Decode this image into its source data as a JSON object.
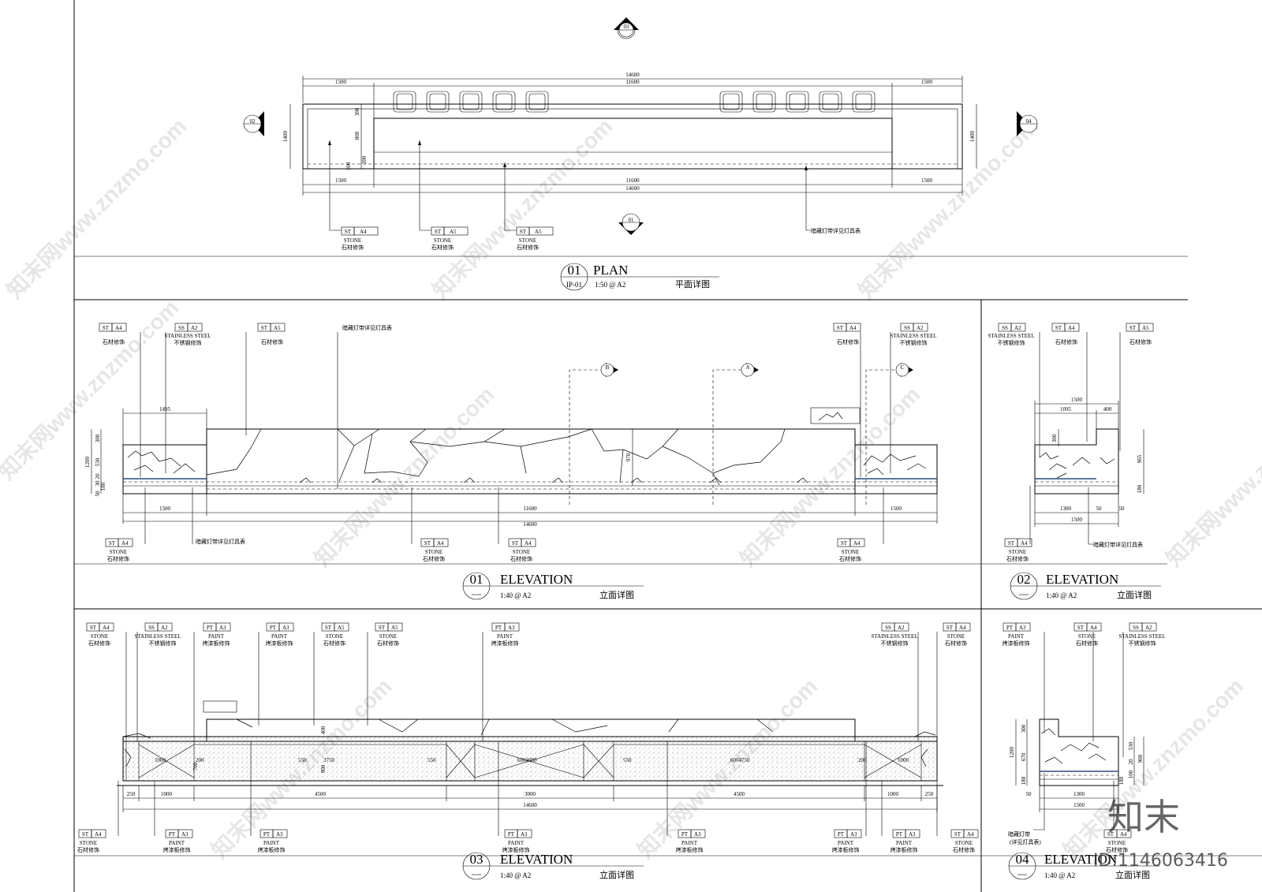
{
  "watermarks": [
    "知末网www.znzmo.com",
    "知末网www.znzmo.com",
    "知末网www.znzmo.com",
    "知末网www.znzmo.com",
    "知末网www.znzmo.com",
    "知末网www.znzmo.com",
    "知末网www.znzmo.com",
    "知末网www.znzmo.com",
    "知末网www.znzmo.com",
    "知末网www.znzmo.com"
  ],
  "brand_logo": "知末",
  "id_stamp": "ID:1146063416",
  "plan": {
    "markers": {
      "top": "03",
      "left": "02",
      "right": "04",
      "bottom": "01"
    },
    "dims_top": {
      "overall": "14600",
      "inner": "11600",
      "left": "1500",
      "right": "1500"
    },
    "dims_bottom": {
      "overall": "14600",
      "inner": "11600",
      "left": "1500",
      "right": "1500"
    },
    "dims_side": {
      "h": "1400",
      "a": "300",
      "b": "800",
      "c": "200",
      "d": "100",
      "right_h": "1400"
    },
    "tags": [
      {
        "code": "ST",
        "ref": "A4",
        "en": "STONE",
        "cn": "石材修饰"
      },
      {
        "code": "ST",
        "ref": "A5",
        "en": "STONE",
        "cn": "石材修饰"
      },
      {
        "code": "ST",
        "ref": "A5",
        "en": "STONE",
        "cn": "石材修饰"
      }
    ],
    "led_note": "暗藏灯带详见灯具表",
    "title_num": "01",
    "title_sheet": "IP-01",
    "title_en": "PLAN",
    "title_scale": "1:50 @ A2",
    "title_cn": "平面详图"
  },
  "elev1": {
    "tags_top": [
      {
        "code": "ST",
        "ref": "A4",
        "en": "",
        "cn": "石材修饰"
      },
      {
        "code": "SS",
        "ref": "A2",
        "en": "STAINLESS STEEL",
        "cn": "不锈钢修饰"
      },
      {
        "code": "ST",
        "ref": "A5",
        "en": "",
        "cn": "石材修饰"
      },
      {
        "code": "ST",
        "ref": "A4",
        "en": "",
        "cn": "石材修饰"
      },
      {
        "code": "SS",
        "ref": "A2",
        "en": "STAINLESS STEEL",
        "cn": "不锈钢修饰"
      }
    ],
    "led_note": "暗藏灯带详见灯具表",
    "section_marks": [
      "B",
      "A",
      "C"
    ],
    "dims": {
      "left_top": "1495",
      "h": "1200",
      "a": "300",
      "b": "530",
      "c": "20",
      "d": "30",
      "e": "180",
      "f": "50",
      "mid": "970",
      "bl": "1500",
      "bm": "11600",
      "br": "1500",
      "total": "14600"
    },
    "tags_bottom": [
      {
        "code": "ST",
        "ref": "A4",
        "en": "STONE",
        "cn": "石材修饰"
      },
      {
        "code": "ST",
        "ref": "A4",
        "en": "STONE",
        "cn": "石材修饰"
      },
      {
        "code": "ST",
        "ref": "A4",
        "en": "STONE",
        "cn": "石材修饰"
      },
      {
        "code": "ST",
        "ref": "A4",
        "en": "STONE",
        "cn": "石材修饰"
      }
    ],
    "led_note_bottom": "暗藏灯带详见灯具表",
    "title_num": "01",
    "title_en": "ELEVATION",
    "title_scale": "1:40 @ A2",
    "title_cn": "立面详图"
  },
  "elev2": {
    "tags_top": [
      {
        "code": "SS",
        "ref": "A2",
        "en": "STAINLESS STEEL",
        "cn": "不锈钢修饰"
      },
      {
        "code": "ST",
        "ref": "A4",
        "en": "",
        "cn": "石材修饰"
      },
      {
        "code": "ST",
        "ref": "A5",
        "en": "",
        "cn": "石材修饰"
      }
    ],
    "dims": {
      "top": "1500",
      "a": "1095",
      "b": "400",
      "c": "300",
      "d": "965",
      "e": "180",
      "bl": "1300",
      "bm": "50",
      "br": "50",
      "total": "1500"
    },
    "tag_bottom": {
      "code": "ST",
      "ref": "A4",
      "en": "STONE",
      "cn": "石材修饰"
    },
    "led_note": "暗藏灯带详见灯具表",
    "title_num": "02",
    "title_en": "ELEVATION",
    "title_scale": "1:40 @ A2",
    "title_cn": "立面详图"
  },
  "elev3": {
    "tags_top": [
      {
        "code": "ST",
        "ref": "A4",
        "en": "STONE",
        "cn": "石材修饰"
      },
      {
        "code": "SS",
        "ref": "A2",
        "en": "STAINLESS STEEL",
        "cn": "不锈钢修饰"
      },
      {
        "code": "PT",
        "ref": "A3",
        "en": "PAINT",
        "cn": "烤漆板修饰"
      },
      {
        "code": "PT",
        "ref": "A3",
        "en": "PAINT",
        "cn": "烤漆板修饰"
      },
      {
        "code": "ST",
        "ref": "A5",
        "en": "STONE",
        "cn": "石材修饰"
      },
      {
        "code": "ST",
        "ref": "A5",
        "en": "STONE",
        "cn": "石材修饰"
      },
      {
        "code": "PT",
        "ref": "A3",
        "en": "PAINT",
        "cn": "烤漆板修饰"
      },
      {
        "code": "SS",
        "ref": "A2",
        "en": "STAINLESS STEEL",
        "cn": "不锈钢修饰"
      },
      {
        "code": "ST",
        "ref": "A4",
        "en": "STONE",
        "cn": "石材修饰"
      }
    ],
    "inner_labels": [
      "1000",
      "200",
      "550",
      "3750",
      "550",
      "6004000",
      "550",
      "6004750",
      "200",
      "1000"
    ],
    "dims_side": {
      "a": "400",
      "b": "700",
      "c": "900"
    },
    "dims": [
      "250",
      "1000",
      "4500",
      "3000",
      "4500",
      "1000",
      "250"
    ],
    "total": "14600",
    "tags_bottom": [
      {
        "code": "ST",
        "ref": "A4",
        "en": "STONE",
        "cn": "石材修饰"
      },
      {
        "code": "PT",
        "ref": "A3",
        "en": "PAINT",
        "cn": "烤漆板修饰"
      },
      {
        "code": "PT",
        "ref": "A3",
        "en": "PAINT",
        "cn": "烤漆板修饰"
      },
      {
        "code": "PT",
        "ref": "A3",
        "en": "PAINT",
        "cn": "烤漆板修饰"
      },
      {
        "code": "PT",
        "ref": "A3",
        "en": "PAINT",
        "cn": "烤漆板修饰"
      },
      {
        "code": "PT",
        "ref": "A3",
        "en": "PAINT",
        "cn": "烤漆板修饰"
      },
      {
        "code": "PT",
        "ref": "A3",
        "en": "PAINT",
        "cn": "烤漆板修饰"
      },
      {
        "code": "ST",
        "ref": "A4",
        "en": "STONE",
        "cn": "石材修饰"
      }
    ],
    "title_num": "03",
    "title_en": "ELEVATION",
    "title_scale": "1:40 @ A2",
    "title_cn": "立面详图"
  },
  "elev4": {
    "tags_top": [
      {
        "code": "PT",
        "ref": "A3",
        "en": "PAINT",
        "cn": "烤漆板修饰"
      },
      {
        "code": "ST",
        "ref": "A4",
        "en": "STONE",
        "cn": "石材修饰"
      },
      {
        "code": "SS",
        "ref": "A2",
        "en": "STAINLESS STEEL",
        "cn": "不锈钢修饰"
      }
    ],
    "dims": {
      "h": "1200",
      "a": "300",
      "b": "670",
      "c": "180",
      "d": "530",
      "e": "20",
      "f": "900",
      "g": "100",
      "h2": "180",
      "bl": "50",
      "bm": "1300",
      "total": "1500"
    },
    "led_note_1": "暗藏灯带",
    "led_note_2": "(详见灯具表)",
    "tag_bottom": {
      "code": "ST",
      "ref": "A4",
      "en": "STONE",
      "cn": "石材修饰"
    },
    "title_num": "04",
    "title_en": "ELEVATION",
    "title_scale": "1:40 @ A2",
    "title_cn": "立面详图"
  }
}
